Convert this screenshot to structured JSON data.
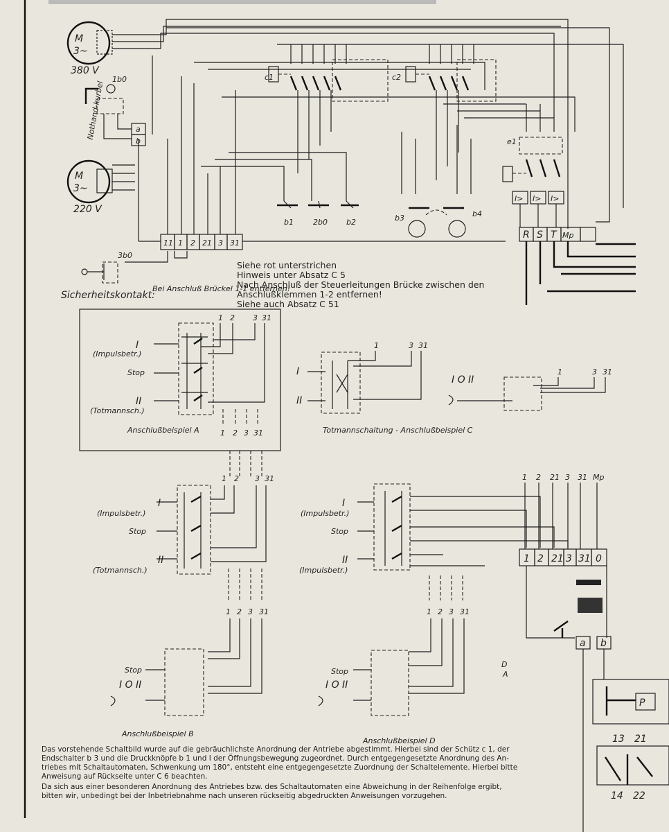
{
  "sheet": {
    "motor_top": {
      "symbol": "M",
      "phase": "3~",
      "voltage": "380 V"
    },
    "motor_bottom": {
      "symbol": "M",
      "phase": "3~",
      "voltage": "220 V"
    },
    "nothandkurbel": "Nothand-kurbel",
    "switch_1b0": "1b0",
    "switch_3b0": "3b0",
    "ab_box": [
      "a",
      "b"
    ],
    "contactor_c1": "c1",
    "contactor_c2": "c2",
    "relay_e1": "e1",
    "overload_labels": [
      "I>",
      "I>",
      "I>"
    ],
    "power_terminals": [
      "R",
      "S",
      "T",
      "Mp"
    ],
    "pushbuttons": [
      "b1",
      "2b0",
      "b2"
    ],
    "limit_switches": [
      "b3",
      "b4"
    ],
    "control_terminals": [
      "11",
      "1",
      "2",
      "21",
      "3",
      "31"
    ],
    "sicherheitskontakt": "Sicherheitskontakt:",
    "bei_anschluss": "Bei Anschluß Brückel 1-1 entfernen!",
    "notes": [
      "Siehe rot unterstrichen",
      "Hinweis unter Absatz C 5",
      "Nach Anschluß der Steuerleitungen Brücke zwischen den",
      "Anschlußklemmen 1-2 entfernen!",
      "Siehe auch Absatz C 51"
    ],
    "ex_a": {
      "title": "Anschlußbeispiel A",
      "rows": [
        "I",
        "Stop",
        "II"
      ],
      "subs": [
        "(Impulsbetr.)",
        "(Totmannsch.)"
      ],
      "top_terms": [
        "1",
        "2",
        "3",
        "31"
      ],
      "bottom_terms": [
        "1",
        "2",
        "3",
        "31"
      ]
    },
    "ex_c": {
      "title": "Totmannschaltung - Anschlußbeispiel C",
      "rows": [
        "I",
        "II"
      ],
      "terms": [
        "1",
        "3",
        "31"
      ],
      "selector": "I O II",
      "sel_terms": [
        "1",
        "3",
        "31"
      ]
    },
    "ex_b": {
      "title": "Anschlußbeispiel B",
      "rows": [
        "I",
        "Stop",
        "II"
      ],
      "subs": [
        "(Impulsbetr.)",
        "(Totmannsch.)"
      ],
      "top_terms": [
        "1",
        "2",
        "3",
        "31"
      ],
      "mid_terms": [
        "1",
        "2",
        "3",
        "31"
      ],
      "lower_stop": "Stop",
      "selector": "I O II"
    },
    "ex_d": {
      "title": "Anschlußbeispiel D",
      "rows": [
        "I",
        "Stop",
        "II"
      ],
      "subs": [
        "(Impulsbetr.)",
        "(Impulsbetr.)"
      ],
      "mid_terms": [
        "1",
        "2",
        "3",
        "31"
      ],
      "lower_stop": "Stop",
      "selector": "I O II"
    },
    "right_block": {
      "top_terms": [
        "1",
        "2",
        "21",
        "3",
        "31",
        "Mp"
      ],
      "strip": [
        "1",
        "2",
        "21",
        "3",
        "31",
        "0"
      ],
      "ab": [
        "a",
        "b"
      ],
      "da": [
        "D",
        "A"
      ],
      "p": "P",
      "contacts_top": [
        "13",
        "21"
      ],
      "contacts_bottom": [
        "14",
        "22"
      ]
    },
    "footer": [
      "Das vorstehende Schaltbild wurde auf die gebräuchlichste Anordnung der Antriebe abgestimmt. Hierbei sind der Schütz c 1, der",
      "Endschalter b 3 und die Druckknöpfe b 1 und I der Öffnungsbewegung zugeordnet. Durch entgegengesetzte Anordnung des An-",
      "triebes mit Schaltautomaten, Schwenkung um 180°, entsteht eine entgegengesetzte Zuordnung der Schaltelemente. Hierbei bitte",
      "Anweisung auf Rückseite unter C 6 beachten.",
      "Da sich aus einer besonderen Anordnung des Antriebes bzw. des Schaltautomaten eine Abweichung in der Reihenfolge ergibt,",
      "bitten wir, unbedingt bei der Inbetriebnahme nach unseren rückseitig abgedruckten Anweisungen vorzugehen."
    ]
  }
}
